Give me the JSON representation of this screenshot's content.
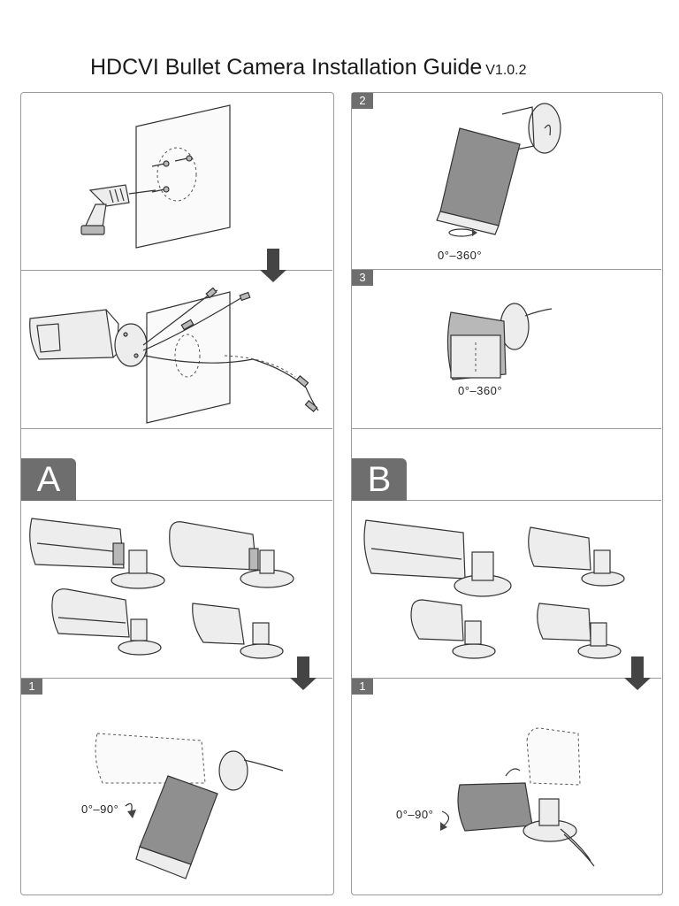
{
  "title": {
    "main": "HDCVI Bullet Camera Installation Guide",
    "version": "V1.0.2"
  },
  "left": {
    "option_badge": "A",
    "step_badge": "1",
    "tilt_label": "0°–90°"
  },
  "right": {
    "step2_badge": "2",
    "step2_label": "0°–360°",
    "step3_badge": "3",
    "step3_label": "0°–360°",
    "option_badge": "B",
    "step_badge": "1",
    "tilt_label": "0°–90°"
  },
  "icons": {
    "drill": "drill-icon",
    "arrow": "down-arrow-icon",
    "rotate": "rotate-arrow-icon"
  }
}
